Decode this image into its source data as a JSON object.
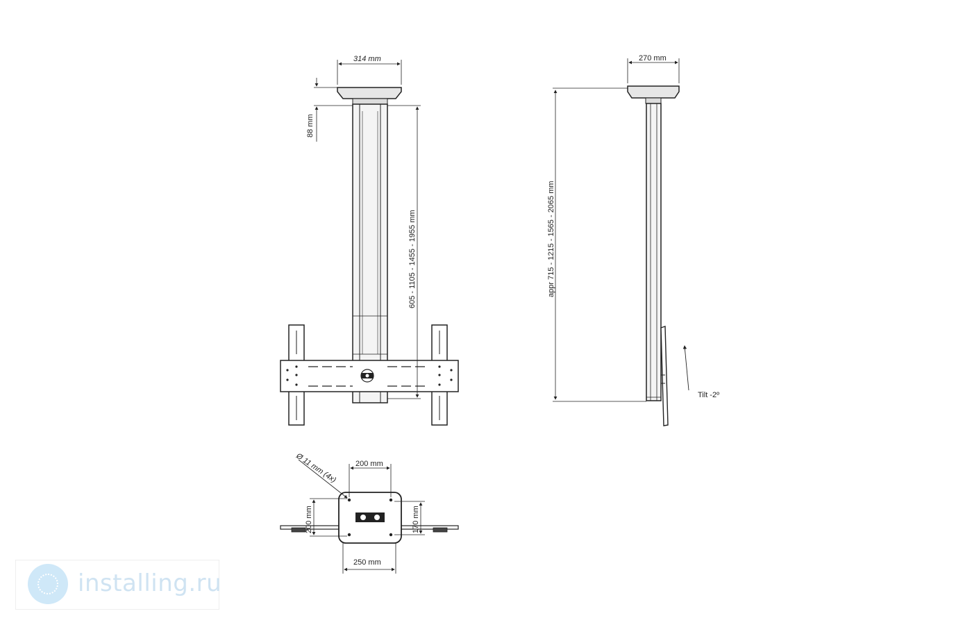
{
  "front_view": {
    "width_label": "314 mm",
    "plate_height_label": "88 mm",
    "pole_length_label": "605 - 1105 - 1455 - 1955 mm"
  },
  "side_view": {
    "width_label": "270 mm",
    "total_height_label": "appr  715 - 1215 - 1565 - 2065 mm",
    "tilt_label": "Tilt -2º"
  },
  "top_view": {
    "hole_label": "Ø 11 mm (4x)",
    "top_spacing_label": "200 mm",
    "left_spacing_label": "200 mm",
    "right_spacing_label": "170 mm",
    "bottom_width_label": "250 mm"
  },
  "watermark": {
    "text": "installing.ru",
    "logo": "globe-logo-icon"
  },
  "colors": {
    "line": "#222222",
    "pole_fill": "#f4f4f4",
    "watermark": "#cfe3f2"
  }
}
